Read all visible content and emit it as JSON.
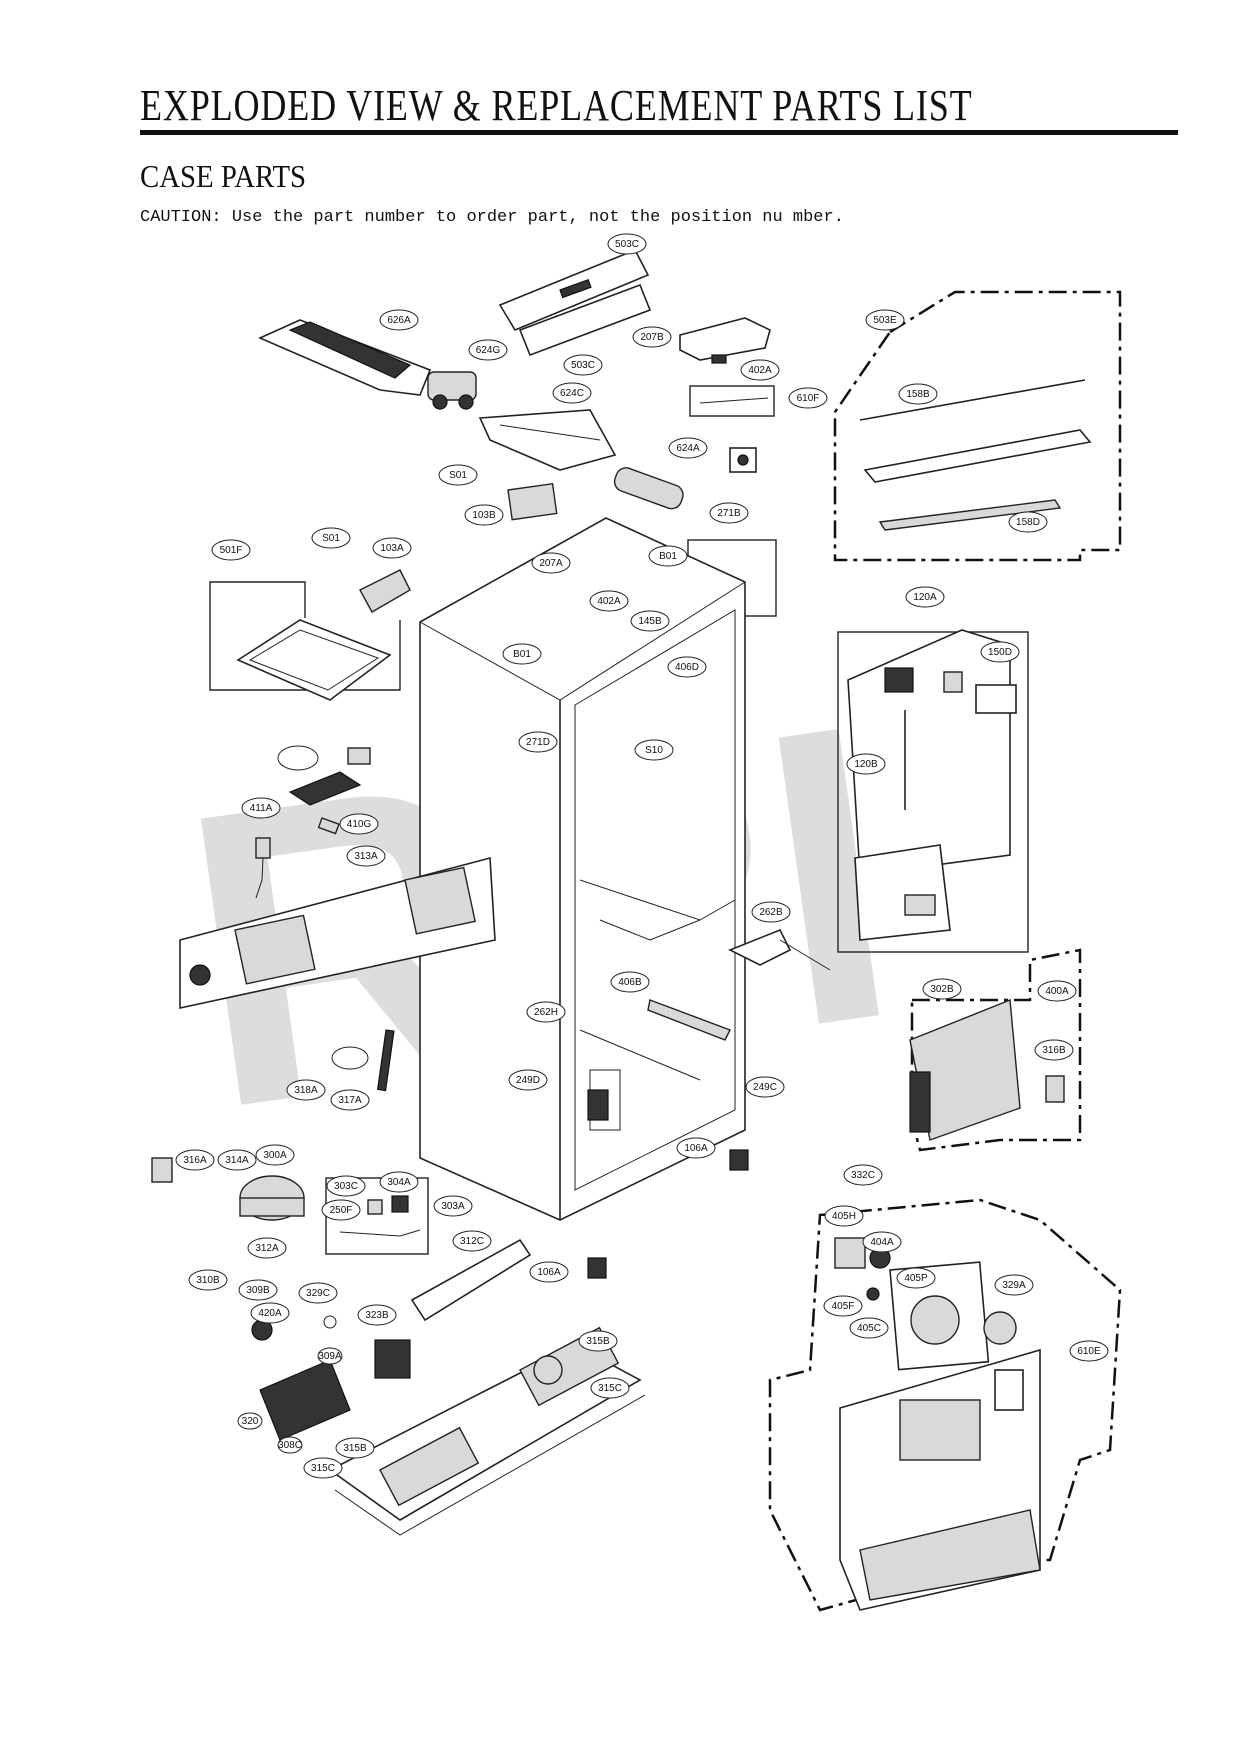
{
  "header": {
    "title": "EXPLODED VIEW & REPLACEMENT PARTS LIST",
    "subtitle": "CASE PARTS",
    "caution": "CAUTION: Use the part number to order part, not the position nu mber."
  },
  "watermark": "RPI",
  "part_labels": {
    "p503C_top": "503C",
    "p626A": "626A",
    "p624G": "624G",
    "p503C_bot": "503C",
    "p207B": "207B",
    "p402A_top": "402A",
    "p610F": "610F",
    "p624C": "624C",
    "p503E": "503E",
    "p158B": "158B",
    "p624A": "624A",
    "p158D": "158D",
    "pS01_a": "S01",
    "p103B": "103B",
    "p271B": "271B",
    "pS01_b": "S01",
    "p103A": "103A",
    "p501F": "501F",
    "p207A": "207A",
    "pB01_a": "B01",
    "p402A_mid": "402A",
    "p145B": "145B",
    "p120A": "120A",
    "pB01_b": "B01",
    "p406D": "406D",
    "p150D": "150D",
    "p271D": "271D",
    "pS10": "S10",
    "p120B": "120B",
    "p411A": "411A",
    "p410G": "410G",
    "p313A": "313A",
    "p262B": "262B",
    "p406B": "406B",
    "p302B": "302B",
    "p400A": "400A",
    "p262H": "262H",
    "p316B": "316B",
    "p249D": "249D",
    "p249C": "249C",
    "p318A": "318A",
    "p317A": "317A",
    "p106A_a": "106A",
    "p316A": "316A",
    "p314A": "314A",
    "p300A": "300A",
    "p303C": "303C",
    "p304A": "304A",
    "p250F": "250F",
    "p303A": "303A",
    "p332C": "332C",
    "p312A": "312A",
    "p312C": "312C",
    "p405H": "405H",
    "p404A": "404A",
    "p106A_b": "106A",
    "p310B": "310B",
    "p405P": "405P",
    "p329A": "329A",
    "p309B": "309B",
    "p329C": "329C",
    "p405F": "405F",
    "p420A": "420A",
    "p323B": "323B",
    "p405C": "405C",
    "p315B_a": "315B",
    "p610E": "610E",
    "p315C_a": "315C",
    "p309A": "309A",
    "p320": "320",
    "p308C": "308C",
    "p315B_b": "315B",
    "p315C_b": "315C"
  }
}
